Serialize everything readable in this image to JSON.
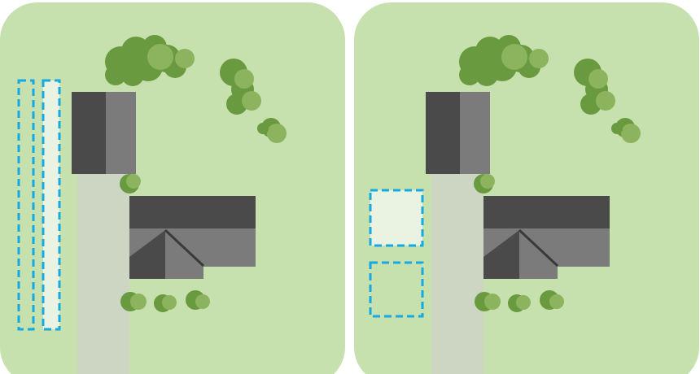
{
  "colors": {
    "lawn": "#c6e0ae",
    "lawn_edge": "#c6e0ae",
    "driveway": "#cdd6c3",
    "roof_dark": "#4a4a4a",
    "roof_mid": "#7b7b7b",
    "roof_ridge": "#3a3a3a",
    "tree_dark": "#6a9a40",
    "tree_light": "#8cb35e",
    "plot_fill": "#eaf3e1",
    "plot_stroke": "#17a9e1"
  },
  "panels": [
    {
      "name": "layout-option-left",
      "plots": [
        {
          "name": "garden-plot-strip-1",
          "filled": false
        },
        {
          "name": "garden-plot-strip-2",
          "filled": true
        }
      ]
    },
    {
      "name": "layout-option-right",
      "plots": [
        {
          "name": "garden-plot-square-1",
          "filled": true
        },
        {
          "name": "garden-plot-square-2",
          "filled": false
        }
      ]
    }
  ],
  "icons": {
    "tree": "tree-icon",
    "house": "house-icon",
    "garage": "garage-icon",
    "driveway": "driveway-icon",
    "plot": "garden-plot-icon"
  }
}
